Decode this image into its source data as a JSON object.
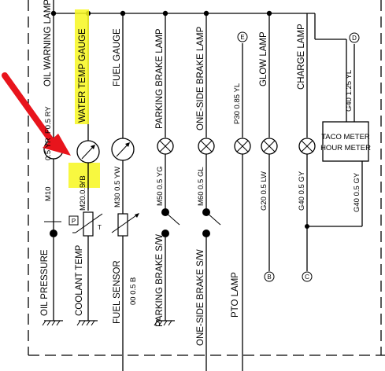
{
  "top_labels": {
    "oil_warning_lamp": "OIL WARNING LAMP",
    "water_temp_gauge": "WATER TEMP GAUGE",
    "fuel_gauge": "FUEL GAUGE",
    "parking_brake_lamp": "PARKING BRAKE LAMP",
    "one_side_brake_lamp": "ONE-SIDE BRAKE LAMP",
    "glow_lamp": "GLOW LAMP",
    "charge_lamp": "CHARGE LAMP"
  },
  "wire_codes": {
    "upper_oil": "F0.5 RY",
    "oil_yr": "0.5 YR",
    "m10": "M10",
    "m20": "M20.0.5",
    "yb": "YB",
    "m30": "M30 0.5 YW",
    "m50": "M50 0.5 YG",
    "m60": "M60 0.5 GL",
    "p30": "P30 0.85 YL",
    "g20": "G20 0.5 LW",
    "g40a": "G40 0.5 GY",
    "g40b": "G40 0.5 GY",
    "g40c": "G40 1.25 YL",
    "fuel_sensor_wire": "00 0.5 B"
  },
  "connectors": {
    "e": "E",
    "d": "D",
    "b": "B",
    "c": "C",
    "p_box": "P",
    "t_mark": "T"
  },
  "meter_box": {
    "line1": "TACO METER",
    "line2": "HOUR METER"
  },
  "bottom_labels": {
    "oil_pressure": "OIL PRESSURE",
    "coolant_temp": "COOLANT TEMP",
    "fuel_sensor": "FUEL SENSOR",
    "parking_brake_sw": "PARKING BRAKE S/W",
    "one_side_brake_sw": "ONE-SIDE BRAKE S/W",
    "pto_lamp": "PTO LAMP"
  },
  "colors": {
    "highlight": "#f7f71f",
    "arrow": "#e8141c",
    "line": "#000000"
  }
}
